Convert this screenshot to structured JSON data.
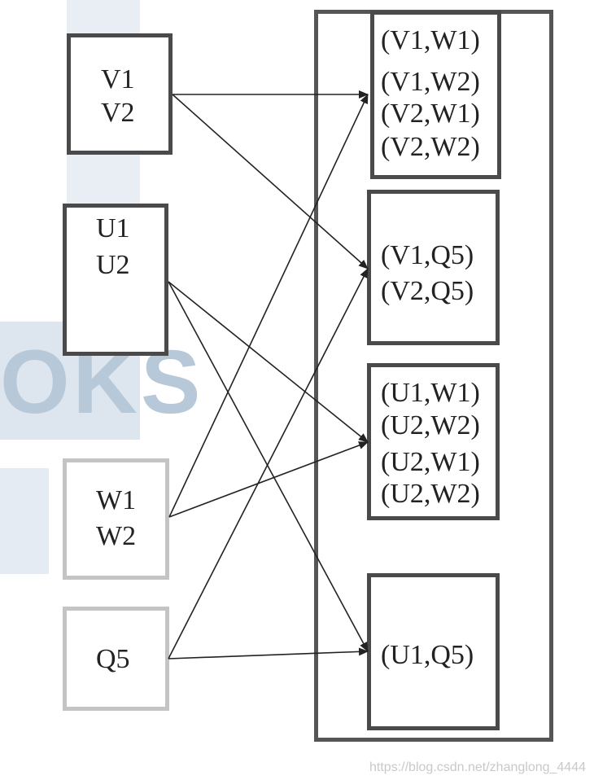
{
  "sources": [
    {
      "id": "v",
      "lines": [
        "V1",
        "V2"
      ]
    },
    {
      "id": "u",
      "lines": [
        "U1",
        "U2"
      ]
    },
    {
      "id": "w",
      "lines": [
        "W1",
        "W2"
      ]
    },
    {
      "id": "q",
      "lines": [
        "Q5"
      ]
    }
  ],
  "targets": [
    {
      "id": "t1",
      "lines": [
        "(V1,W1)",
        "(V1,W2)",
        "(V2,W1)",
        "(V2,W2)"
      ]
    },
    {
      "id": "t2",
      "lines": [
        "(V1,Q5)",
        "(V2,Q5)"
      ]
    },
    {
      "id": "t3",
      "lines": [
        "(U1,W1)",
        "(U2,W2)",
        "(U2,W1)",
        "(U2,W2)"
      ]
    },
    {
      "id": "t4",
      "lines": [
        "(U1,Q5)"
      ]
    }
  ],
  "edges": [
    {
      "from": "v",
      "to": "t1"
    },
    {
      "from": "v",
      "to": "t2"
    },
    {
      "from": "u",
      "to": "t3"
    },
    {
      "from": "u",
      "to": "t4"
    },
    {
      "from": "w",
      "to": "t1"
    },
    {
      "from": "w",
      "to": "t3"
    },
    {
      "from": "q",
      "to": "t2"
    },
    {
      "from": "q",
      "to": "t4"
    }
  ],
  "background_watermark": {
    "text": "OKS"
  },
  "watermark": "https://blog.csdn.net/zhanglong_4444"
}
